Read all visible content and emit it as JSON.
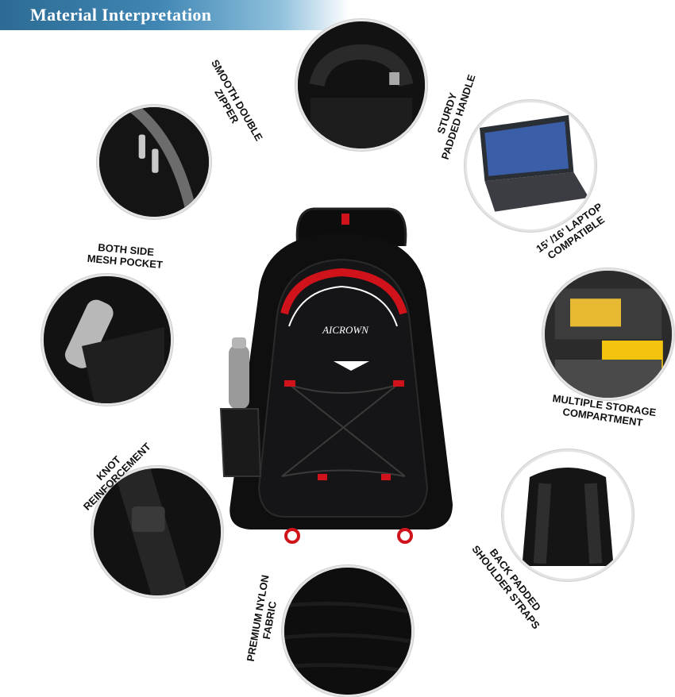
{
  "header": {
    "title": "Material Interpretation"
  },
  "brand": {
    "logo_text": "AICROWN",
    "accent_color": "#d0121b",
    "banner_color": "#2f74a3"
  },
  "features": [
    {
      "id": "zipper",
      "lines": [
        "SMOOTH DOUBLE",
        "ZIPPER"
      ],
      "icon": "zipper-icon"
    },
    {
      "id": "handle",
      "lines": [
        "STURDY",
        "PADDED HANDLE"
      ],
      "icon": "handle-icon"
    },
    {
      "id": "laptop",
      "lines": [
        "15’ /16’ LAPTOP",
        "COMPATIBLE"
      ],
      "icon": "laptop-icon"
    },
    {
      "id": "mesh",
      "lines": [
        "BOTH SIDE",
        "MESH POCKET"
      ],
      "icon": "bottle-icon"
    },
    {
      "id": "storage",
      "lines": [
        "MULTIPLE STORAGE",
        "COMPARTMENT"
      ],
      "icon": "compartment-icon"
    },
    {
      "id": "knot",
      "lines": [
        "KNOT",
        "REINFORCEMENT"
      ],
      "icon": "buckle-icon"
    },
    {
      "id": "straps",
      "lines": [
        "BACK PADDED",
        "SHOULDER STRAPS"
      ],
      "icon": "straps-icon"
    },
    {
      "id": "fabric",
      "lines": [
        "PREMIUM NYLON",
        "FABRIC"
      ],
      "icon": "fabric-icon"
    }
  ]
}
